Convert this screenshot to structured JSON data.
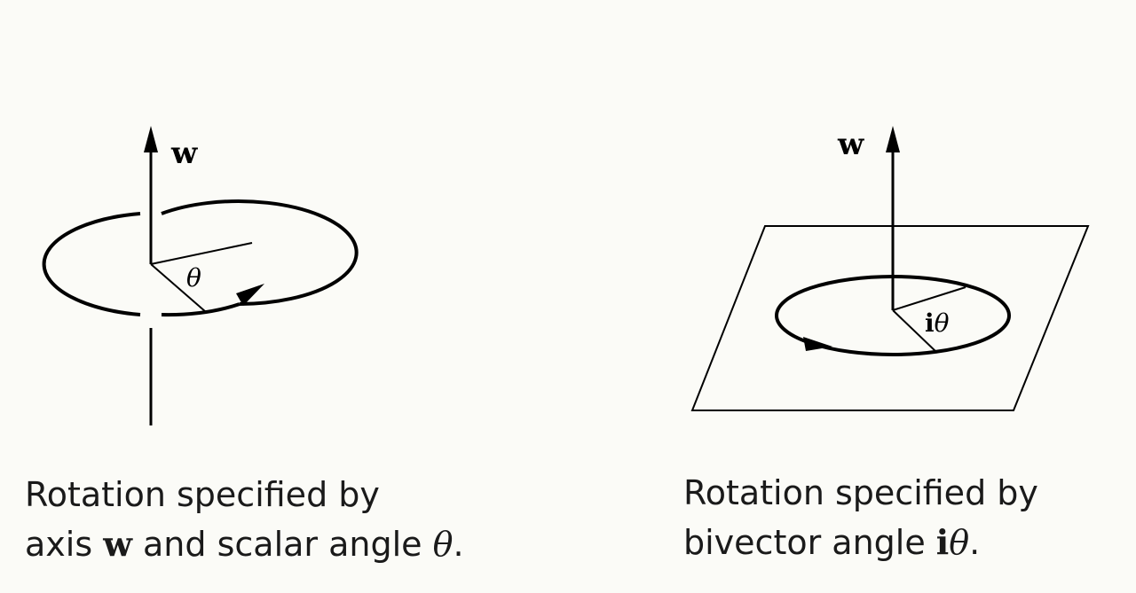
{
  "left_figure": {
    "axis_label": "w",
    "angle_label": "θ"
  },
  "right_figure": {
    "axis_label": "w",
    "angle_label_bold": "i",
    "angle_label_italic": "θ"
  },
  "caption_left": {
    "line1": "Rotation specified by",
    "line2_prefix": "axis ",
    "line2_symbol_w": "w",
    "line2_middle": " and scalar angle ",
    "line2_symbol_theta": "θ",
    "line2_suffix": "."
  },
  "caption_right": {
    "line1": "Rotation specified by",
    "line2_prefix": "bivector angle ",
    "line2_symbol_i": "i",
    "line2_symbol_theta": "θ",
    "line2_suffix": "."
  }
}
